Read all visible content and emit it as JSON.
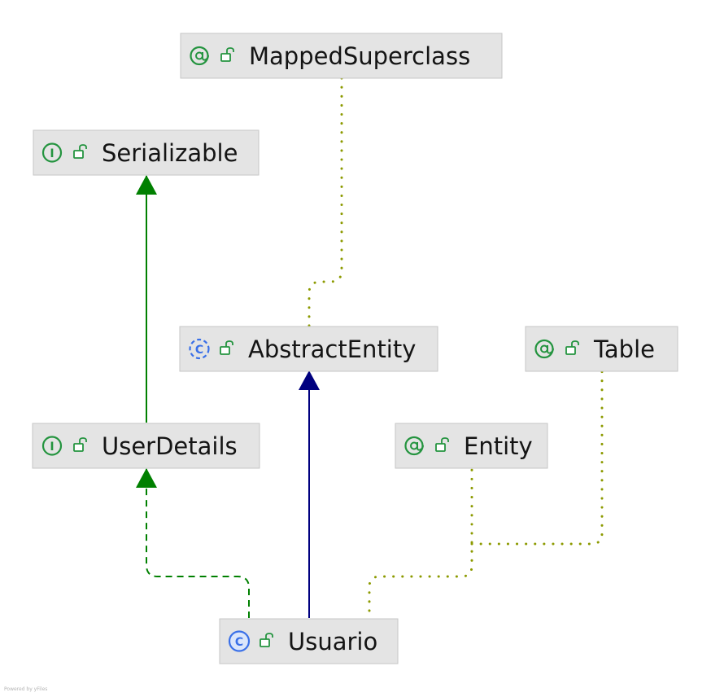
{
  "nodes": {
    "mapped_superclass": {
      "label": "MappedSuperclass",
      "kind": "annotation"
    },
    "serializable": {
      "label": "Serializable",
      "kind": "interface"
    },
    "abstract_entity": {
      "label": "AbstractEntity",
      "kind": "abstract-class"
    },
    "table": {
      "label": "Table",
      "kind": "annotation"
    },
    "user_details": {
      "label": "UserDetails",
      "kind": "interface"
    },
    "entity": {
      "label": "Entity",
      "kind": "annotation"
    },
    "usuario": {
      "label": "Usuario",
      "kind": "class"
    }
  },
  "edges": [
    {
      "from": "Usuario",
      "to": "AbstractEntity",
      "relation": "extends"
    },
    {
      "from": "Usuario",
      "to": "UserDetails",
      "relation": "implements"
    },
    {
      "from": "UserDetails",
      "to": "Serializable",
      "relation": "extends"
    },
    {
      "from": "Usuario",
      "to": "Entity",
      "relation": "annotated-with"
    },
    {
      "from": "Usuario",
      "to": "Table",
      "relation": "annotated-with"
    },
    {
      "from": "AbstractEntity",
      "to": "MappedSuperclass",
      "relation": "annotated-with"
    }
  ],
  "icons": {
    "annotation": "at-sign-icon",
    "interface": "interface-i-icon",
    "class": "class-c-icon",
    "abstract_class": "abstract-class-c-icon",
    "visibility": "open-lock-icon"
  },
  "colors": {
    "node_fill": "#e4e4e4",
    "node_border": "#c6c6c6",
    "extends_class": "#00007f",
    "interface_link": "#008000",
    "annotation_link": "#8c9a00",
    "badge_green": "#24943f",
    "badge_blue": "#3a70e8"
  },
  "watermark": "Powered by yFiles"
}
